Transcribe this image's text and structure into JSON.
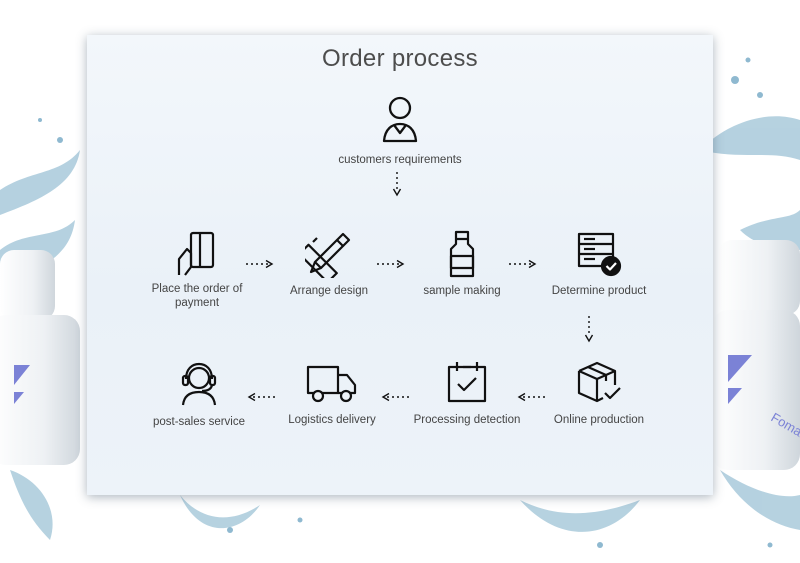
{
  "title": "Order process",
  "steps": [
    {
      "label": "customers requirements",
      "icon": "customer-icon"
    },
    {
      "label": "Place the order of payment",
      "icon": "payment-card-icon"
    },
    {
      "label": "Arrange design",
      "icon": "design-tools-icon"
    },
    {
      "label": "sample making",
      "icon": "bottle-icon"
    },
    {
      "label": "Determine product",
      "icon": "product-list-check-icon"
    },
    {
      "label": "Online production",
      "icon": "box-check-icon"
    },
    {
      "label": "Processing detection",
      "icon": "clipboard-check-icon"
    },
    {
      "label": "Logistics delivery",
      "icon": "delivery-truck-icon"
    },
    {
      "label": "post-sales service",
      "icon": "headset-agent-icon"
    }
  ],
  "brand_text": "Fomalhaut",
  "colors": {
    "accent": "#7b82d6",
    "water": "#8fb9d0",
    "text": "#444444"
  }
}
